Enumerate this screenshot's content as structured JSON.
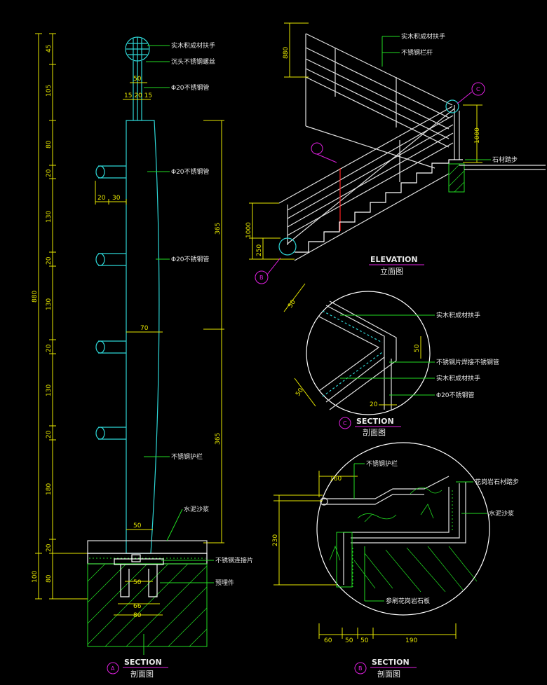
{
  "dims": {
    "left_chain": [
      "45",
      "105",
      "80",
      "20",
      "130",
      "20",
      "130",
      "20",
      "130",
      "20",
      "180",
      "20",
      "80",
      "100"
    ],
    "left_total": "880",
    "post_top_50": "50",
    "post_top_seq": "15 20 15",
    "tube_20": "20",
    "tube_30": "30",
    "right_365_top": "365",
    "right_365_bottom": "365",
    "post_width_70": "70",
    "post_width_50": "50",
    "plate_50": "50",
    "base_66": "66",
    "base_80": "80",
    "elev_880": "880",
    "elev_1000_right": "1000",
    "elev_1000_left": "1000",
    "elev_250": "250",
    "c_50_a": "50",
    "c_50_b": "50",
    "c_50_c": "50",
    "c_20": "20",
    "b_160": "160",
    "b_230": "230",
    "b_bottom": [
      "60",
      "50",
      "50",
      "190"
    ]
  },
  "labels": {
    "a_handrail": "实木积成材扶手",
    "a_bolt": "沉头不锈钢螺丝",
    "a_pipe_top": "Φ20不锈钢管",
    "a_pipe_1": "Φ20不锈钢管",
    "a_pipe_2": "Φ20不锈钢管",
    "a_guard": "不锈钢护栏",
    "a_mortar": "水泥沙浆",
    "a_plate": "不锈钢连接片",
    "a_embed": "预埋件",
    "e_handrail": "实木积成材扶手",
    "e_post": "不锈钢栏杆",
    "e_step": "石材踏步",
    "c_handrail_1": "实木积成材扶手",
    "c_weld": "不锈钢片焊接不锈钢管",
    "c_handrail_2": "实木积成材扶手",
    "c_pipe": "Φ20不锈钢管",
    "b_guard": "不锈钢护栏",
    "b_step": "花岗岩石材踏步",
    "b_mortar": "水泥沙浆",
    "b_board": "参刷花岗岩石板"
  },
  "titles": {
    "elevation_en": "ELEVATION",
    "elevation_cn": "立面图",
    "section_c_en": "SECTION",
    "section_c_cn": "剖面图",
    "section_a_en": "SECTION",
    "section_a_cn": "剖面图",
    "section_b_en": "SECTION",
    "section_b_cn": "剖面图"
  },
  "markers": {
    "a": "A",
    "b": "B",
    "c": "C",
    "elev_c": "C",
    "elev_b": "B"
  },
  "colors": {
    "background": "#000000",
    "dimension": "#e8e800",
    "leader": "#22dd22",
    "outline": "#2ed6d6",
    "rail": "#e0e0e0",
    "marker": "#e020e0"
  }
}
